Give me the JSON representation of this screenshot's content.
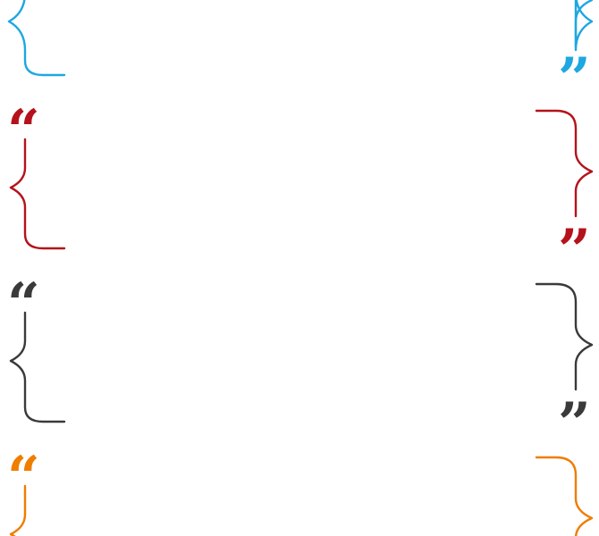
{
  "decorations": [
    {
      "name": "blue",
      "color": "#1ea7e0",
      "open_quote": "",
      "close_quote": "”",
      "icons": {
        "left": "left-brace-icon",
        "right": "right-brace-icon"
      }
    },
    {
      "name": "red",
      "color": "#b5121b",
      "open_quote": "“",
      "close_quote": "”",
      "icons": {
        "left": "left-brace-icon",
        "right": "right-brace-icon"
      }
    },
    {
      "name": "dark",
      "color": "#3a3a3a",
      "open_quote": "“",
      "close_quote": "”",
      "icons": {
        "left": "left-brace-icon",
        "right": "right-brace-icon"
      }
    },
    {
      "name": "orange",
      "color": "#ef7d00",
      "open_quote": "“",
      "close_quote": "",
      "icons": {
        "left": "left-brace-icon",
        "right": "right-brace-icon"
      }
    }
  ]
}
